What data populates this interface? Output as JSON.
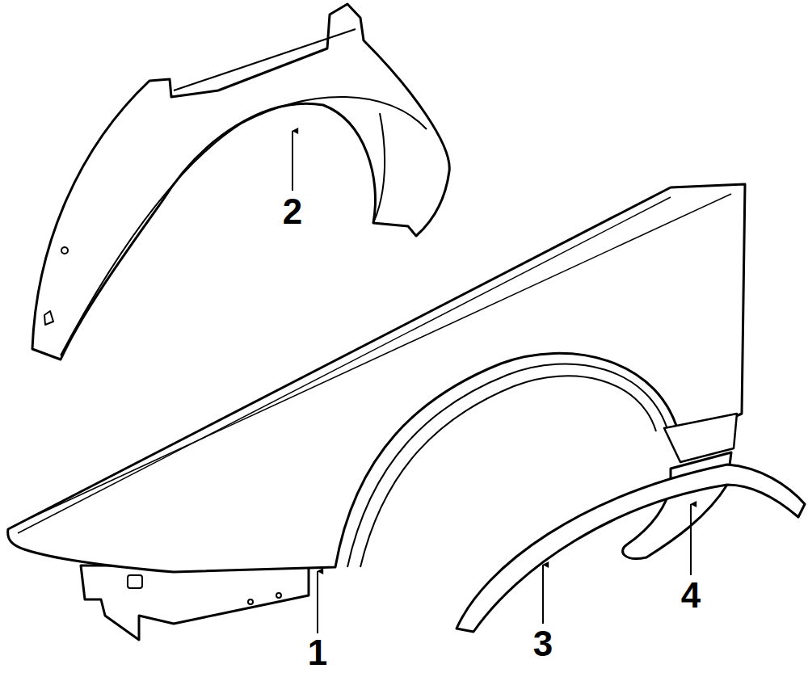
{
  "diagram": {
    "labels": [
      "2",
      "1",
      "3",
      "4"
    ]
  }
}
